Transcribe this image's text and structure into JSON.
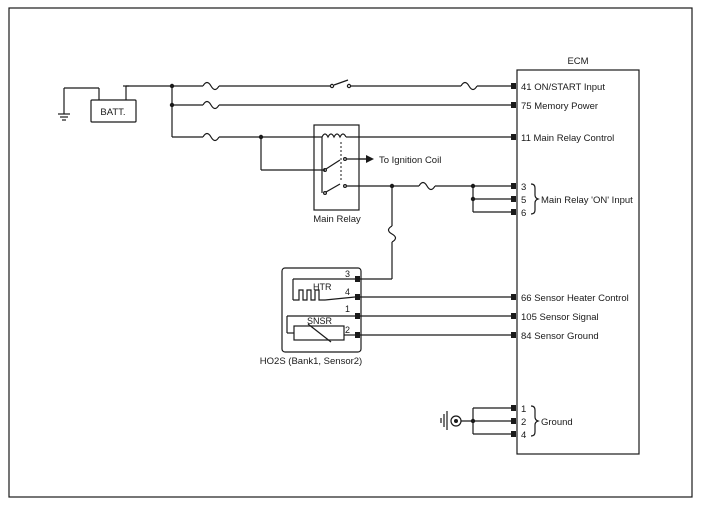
{
  "components": {
    "ecm": "ECM",
    "battery": "BATT.",
    "main_relay": "Main Relay",
    "sensor": "HO2S (Bank1, Sensor2)",
    "heater": "HTR",
    "sensor_element": "SNSR",
    "ignition_coil": "To Ignition Coil"
  },
  "ecm_pins": {
    "on_start": "41 ON/START Input",
    "memory_power": "75 Memory Power",
    "main_relay_control": "11 Main Relay Control",
    "relay_on_pins": [
      "3",
      "5",
      "6"
    ],
    "relay_on_label": "Main Relay 'ON' Input",
    "heater_control": "66 Sensor Heater Control",
    "sensor_signal": "105 Sensor Signal",
    "sensor_ground": "84 Sensor Ground",
    "ground_pins": [
      "1",
      "2",
      "4"
    ],
    "ground_label": "Ground"
  },
  "sensor_pins": [
    "3",
    "4",
    "1",
    "2"
  ]
}
